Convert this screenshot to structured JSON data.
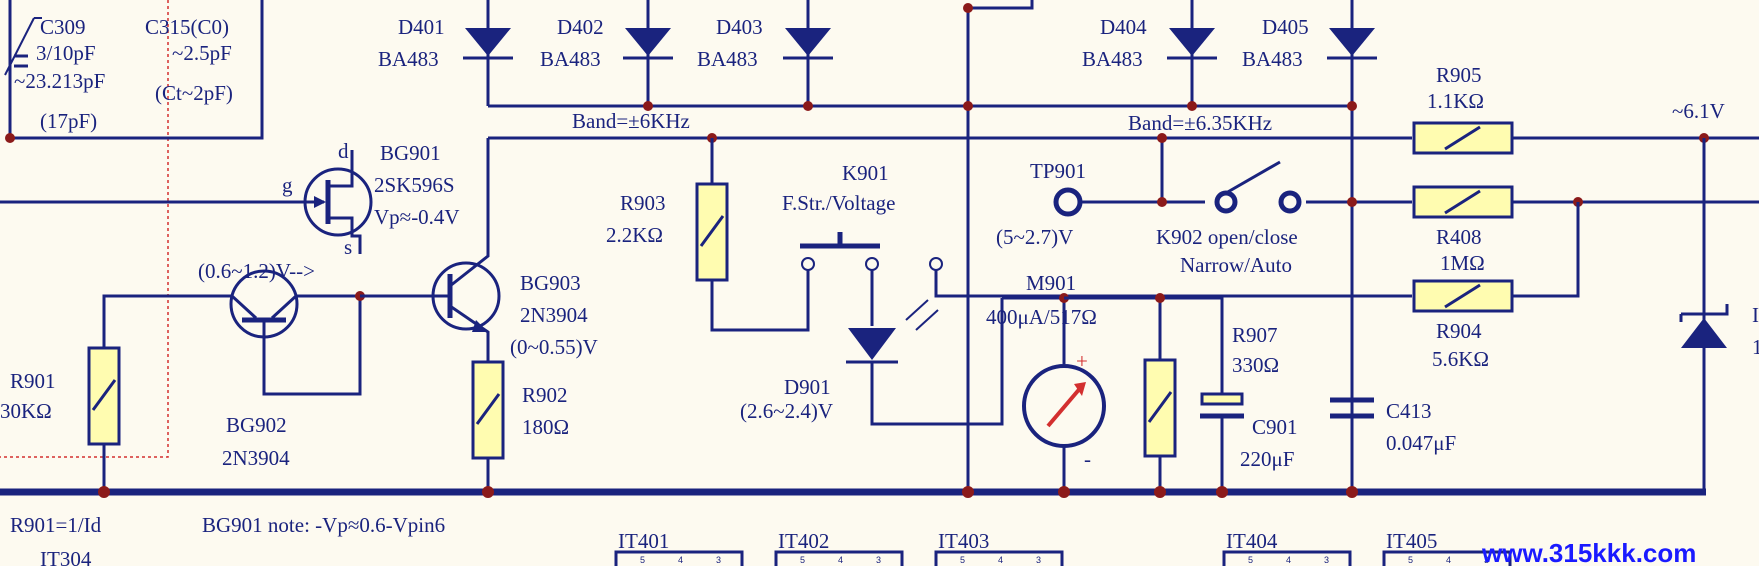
{
  "diagram": {
    "components": {
      "c309": {
        "name": "C309",
        "value1": "3/10pF",
        "value2": "~23.213pF",
        "value3": "(17pF)"
      },
      "c315": {
        "name": "C315(C0)",
        "value1": "~2.5pF",
        "value2": "(Ct~2pF)"
      },
      "d401": {
        "name": "D401",
        "part": "BA483"
      },
      "d402": {
        "name": "D402",
        "part": "BA483"
      },
      "d403": {
        "name": "D403",
        "part": "BA483"
      },
      "d404": {
        "name": "D404",
        "part": "BA483"
      },
      "d405": {
        "name": "D405",
        "part": "BA483"
      },
      "band1": "Band=±6KHz",
      "band2": "Band=±6.35KHz",
      "bg901": {
        "name": "BG901",
        "part": "2SK596S",
        "note": "Vp≈-0.4V",
        "pin_d": "d",
        "pin_g": "g",
        "pin_s": "s"
      },
      "bg902": {
        "name": "BG902",
        "part": "2N3904",
        "voltage": "(0.6~1.2)V-->"
      },
      "bg903": {
        "name": "BG903",
        "part": "2N3904",
        "voltage": "(0~0.55)V"
      },
      "r901": {
        "name": "R901",
        "value": "30KΩ"
      },
      "r902": {
        "name": "R902",
        "value": "180Ω"
      },
      "r903": {
        "name": "R903",
        "value": "2.2KΩ"
      },
      "k901": {
        "name": "K901",
        "desc": "F.Str./Voltage"
      },
      "d901": {
        "name": "D901",
        "voltage": "(2.6~2.4)V"
      },
      "tp901": {
        "name": "TP901",
        "voltage": "(5~2.7)V"
      },
      "k902": {
        "name": "K902 open/close",
        "desc": "Narrow/Auto"
      },
      "m901": {
        "name": "M901",
        "value": "400μA/517Ω",
        "plus": "+",
        "minus": "-"
      },
      "r907": {
        "name": "R907",
        "value": "330Ω"
      },
      "c901": {
        "name": "C901",
        "value": "220μF"
      },
      "c413": {
        "name": "C413",
        "value": "0.047μF"
      },
      "r905": {
        "name": "R905",
        "value": "1.1KΩ"
      },
      "r408": {
        "name": "R408",
        "value": "1MΩ"
      },
      "r904": {
        "name": "R904",
        "value": "5.6KΩ"
      },
      "volt_61": "~6.1V",
      "dz_label_1": "I",
      "dz_label_2": "1"
    },
    "notes": {
      "r901_eq": "R901=1/Id",
      "bg901_note": "BG901 note: -Vp≈0.6-Vpin6"
    },
    "it_labels": [
      "IT401",
      "IT402",
      "IT403",
      "IT404",
      "IT405"
    ],
    "it_partial": "IT304",
    "it_pins": [
      "5",
      "4",
      "3"
    ],
    "watermark": "www.315kkk.com"
  }
}
